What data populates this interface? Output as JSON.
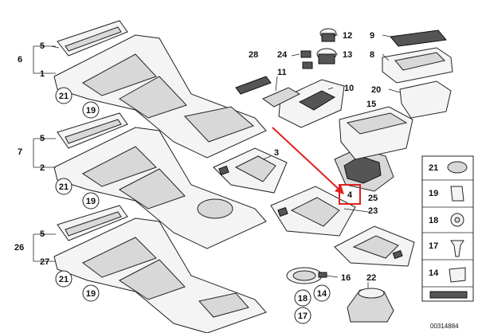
{
  "diagram": {
    "reference": "00314884",
    "callouts": {
      "p1": "1",
      "p2": "2",
      "p3": "3",
      "p4": "4",
      "p5a": "5",
      "p5b": "5",
      "p5c": "5",
      "p6": "6",
      "p7": "7",
      "p8": "8",
      "p9": "9",
      "p10": "10",
      "p11": "11",
      "p12": "12",
      "p13": "13",
      "p14": "14",
      "p15": "15",
      "p16": "16",
      "p17": "17",
      "p18": "18",
      "p19a": "19",
      "p19b": "19",
      "p19c": "19",
      "p20": "20",
      "p21a": "21",
      "p21b": "21",
      "p21c": "21",
      "p22": "22",
      "p23": "23",
      "p24": "24",
      "p25": "25",
      "p26": "26",
      "p27": "27",
      "p28": "28"
    },
    "legend": {
      "r21": "21",
      "r19": "19",
      "r18": "18",
      "r17": "17",
      "r14": "14"
    },
    "circled": {
      "c14": "14",
      "c17": "17",
      "c18": "18"
    },
    "highlight": {
      "label": "4",
      "color": "#e02020"
    }
  }
}
